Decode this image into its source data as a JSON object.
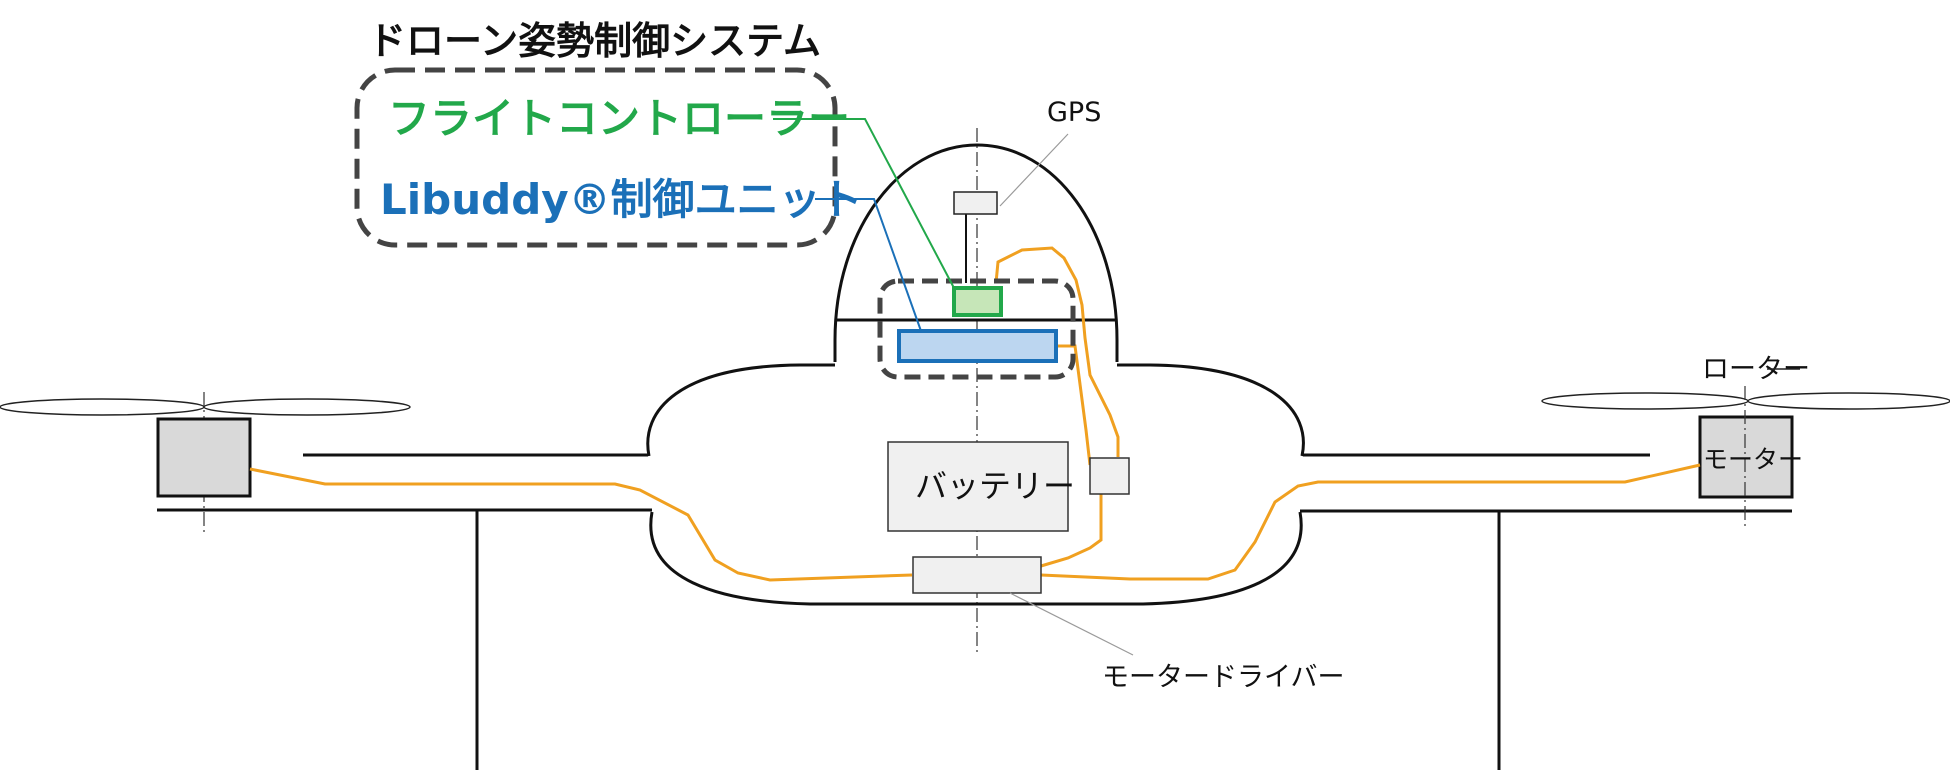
{
  "title": "ドローン姿勢制御システム",
  "legend": {
    "flight_controller": "フライトコントローラー",
    "libuddy_unit": "Libuddy®制御ユニット"
  },
  "labels": {
    "gps": "GPS",
    "battery": "バッテリー",
    "rotor": "ローター",
    "motor": "モーター",
    "motor_driver": "モータードライバー"
  },
  "colors": {
    "flight_controller": "#22a84a",
    "libuddy_unit": "#1b70b8",
    "wiring": "#f0a020",
    "fc_fill": "#c6e6b8",
    "unit_fill": "#bcd6f0",
    "box_fill": "#f0f0f0",
    "motor_fill": "#d9d9d9"
  }
}
